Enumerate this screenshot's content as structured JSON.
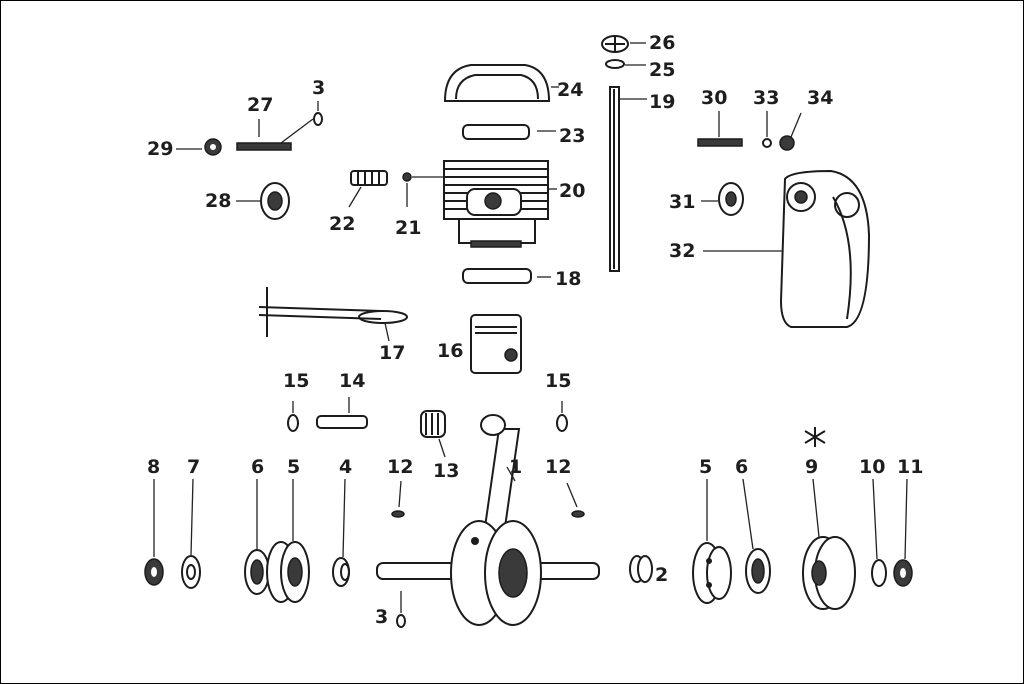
{
  "diagram": {
    "callouts": {
      "c1": "1",
      "c2": "2",
      "c3a": "3",
      "c3b": "3",
      "c4": "4",
      "c5a": "5",
      "c5b": "5",
      "c6a": "6",
      "c6b": "6",
      "c7": "7",
      "c8": "8",
      "c9": "9",
      "c10": "10",
      "c11": "11",
      "c12a": "12",
      "c12b": "12",
      "c13": "13",
      "c14": "14",
      "c15a": "15",
      "c15b": "15",
      "c16": "16",
      "c17": "17",
      "c18": "18",
      "c19": "19",
      "c20": "20",
      "c21": "21",
      "c22": "22",
      "c23": "23",
      "c24": "24",
      "c25": "25",
      "c26": "26",
      "c27": "27",
      "c28": "28",
      "c29": "29",
      "c30": "30",
      "c31": "31",
      "c32": "32",
      "c33": "33",
      "c34": "34"
    }
  }
}
